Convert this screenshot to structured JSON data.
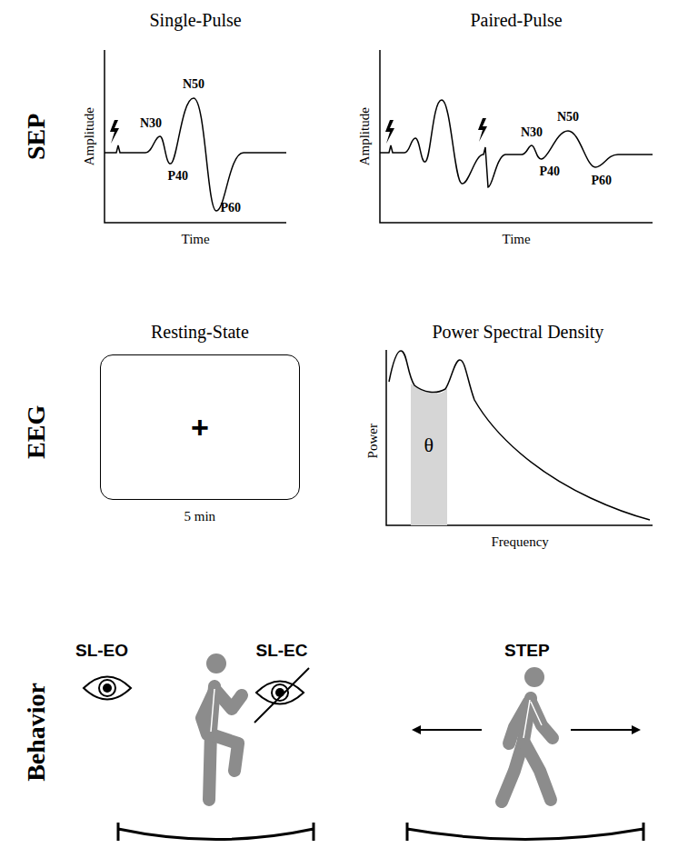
{
  "diagram": {
    "nodes": [
      {
        "text": [
          "+"
        ]
      }
    ],
    "labels": [
      "SEP",
      "Single-Pulse",
      "Paired-Pulse",
      "Amplitude",
      "Time",
      "N30",
      "P40",
      "N50",
      "P60",
      "Amplitude",
      "Time",
      "N30",
      "P40",
      "N50",
      "P60",
      "EEG",
      "Resting-State",
      "Power Spectral Density",
      "5 min",
      "Power",
      "Frequency",
      "θ",
      "Behavior",
      "SL-EO",
      "SL-EC",
      "STEP"
    ]
  }
}
